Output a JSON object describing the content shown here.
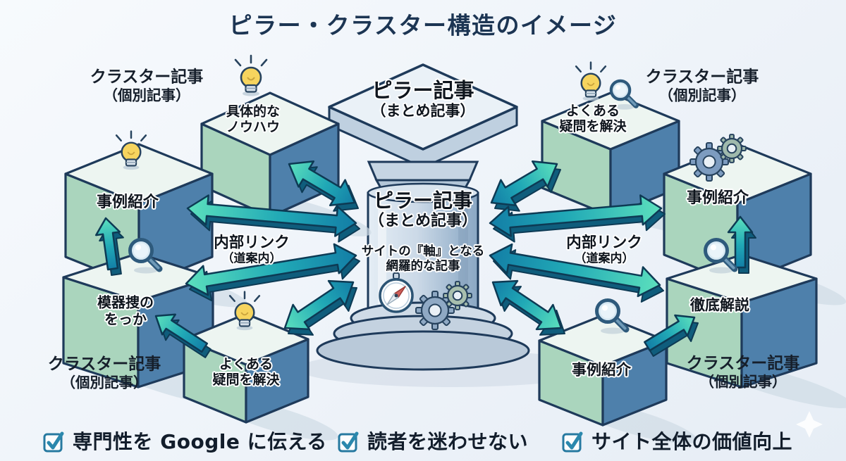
{
  "title": "ピラー・クラスター構造のイメージ",
  "pillar": {
    "cap_line1": "ピラー記事",
    "cap_line2": "（まとめ記事）",
    "body_line1": "ピラー記事",
    "body_line2": "（まとめ記事）",
    "desc_line1": "サイトの『軸』となる",
    "desc_line2": "網羅的な記事"
  },
  "cluster_labels": [
    {
      "pos": "top-left",
      "line1": "クラスター記事",
      "line2": "（個別記事）"
    },
    {
      "pos": "top-right",
      "line1": "クラスター記事",
      "line2": "（個別記事）"
    },
    {
      "pos": "bottom-left",
      "line1": "クラスター記事",
      "line2": "（個別記事）"
    },
    {
      "pos": "bottom-right",
      "line1": "クラスター記事",
      "line2": "（個別記事）"
    }
  ],
  "link_labels": [
    {
      "side": "left",
      "line1": "内部リンク",
      "line2": "（道案内）"
    },
    {
      "side": "right",
      "line1": "内部リンク",
      "line2": "（道案内）"
    }
  ],
  "cubes": [
    {
      "key": "howto",
      "line1": "具体的な",
      "line2": "ノウハウ",
      "icon": "lightbulb-icon"
    },
    {
      "key": "case-left",
      "line1": "事例紹介",
      "line2": "",
      "icon": "lightbulb-icon"
    },
    {
      "key": "search-trigger",
      "line1": "模器捜の",
      "line2": "をっか",
      "icon": "magnifier-icon"
    },
    {
      "key": "faq-left",
      "line1": "よくある",
      "line2": "疑問を解決",
      "icon": "lightbulb-icon"
    },
    {
      "key": "faq-right",
      "line1": "よくある",
      "line2": "疑問を解決",
      "icon": "lightbulb-icon magnifier-icon"
    },
    {
      "key": "case-right",
      "line1": "事例紹介",
      "line2": "",
      "icon": "gear-icon"
    },
    {
      "key": "deep-dive",
      "line1": "徹底解説",
      "line2": "",
      "icon": "magnifier-icon"
    },
    {
      "key": "case-bottom-right",
      "line1": "事例紹介",
      "line2": "",
      "icon": "magnifier-icon"
    }
  ],
  "footer": {
    "items": [
      {
        "label": "専門性を Google に伝える"
      },
      {
        "label": "読者を迷わせない"
      },
      {
        "label": "サイト全体の価値向上"
      }
    ]
  },
  "icons": [
    "lightbulb-icon",
    "magnifier-icon",
    "gear-icon",
    "compass-icon",
    "checkbox-icon",
    "sparkle-icon"
  ],
  "colors": {
    "title_navy": "#1c3553",
    "arrow_teal_light": "#5ce0bd",
    "arrow_teal_deep": "#137ea6",
    "cube_green": "#aad5bd",
    "cube_blue": "#4e80ab",
    "cube_top": "#edf5f1",
    "outline_navy": "#1e3a5a",
    "check_teal": "#2b88ad",
    "bulb_yellow": "#f6d45e"
  }
}
